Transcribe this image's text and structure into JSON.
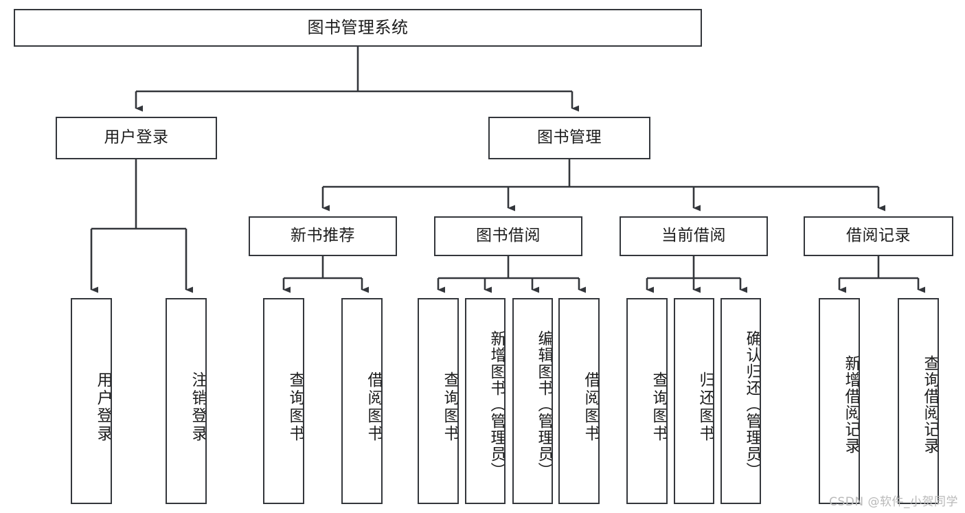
{
  "diagram": {
    "title": "图书管理系统",
    "type": "tree-structure-chart",
    "root": {
      "id": "root",
      "label": "图书管理系统"
    },
    "level2": [
      {
        "id": "user-login",
        "label": "用户登录"
      },
      {
        "id": "book-manage",
        "label": "图书管理"
      }
    ],
    "level3": [
      {
        "id": "new-book-rec",
        "label": "新书推荐",
        "parent": "book-manage"
      },
      {
        "id": "book-borrow",
        "label": "图书借阅",
        "parent": "book-manage"
      },
      {
        "id": "current-borrow",
        "label": "当前借阅",
        "parent": "book-manage"
      },
      {
        "id": "borrow-record",
        "label": "借阅记录",
        "parent": "book-manage"
      }
    ],
    "leaves": {
      "user_login": [
        {
          "id": "leaf-user-login",
          "label": "用户登录"
        },
        {
          "id": "leaf-user-logout",
          "label": "注销登录"
        }
      ],
      "new_book_rec": [
        {
          "id": "leaf-query-book-1",
          "label": "查询图书"
        },
        {
          "id": "leaf-borrow-book-1",
          "label": "借阅图书"
        }
      ],
      "book_borrow": [
        {
          "id": "leaf-query-book-2",
          "label": "查询图书"
        },
        {
          "id": "leaf-add-book",
          "label": "新增图书（管理员）"
        },
        {
          "id": "leaf-edit-book",
          "label": "编辑图书（管理员）"
        },
        {
          "id": "leaf-borrow-book-2",
          "label": "借阅图书"
        }
      ],
      "current_borrow": [
        {
          "id": "leaf-query-book-3",
          "label": "查询图书"
        },
        {
          "id": "leaf-return-book",
          "label": "归还图书"
        },
        {
          "id": "leaf-confirm-return",
          "label": "确认归还（管理员）"
        }
      ],
      "borrow_record": [
        {
          "id": "leaf-add-record",
          "label": "新增借阅记录"
        },
        {
          "id": "leaf-query-record",
          "label": "查询借阅记录"
        }
      ]
    },
    "watermark": "CSDN @软件_小贺同学",
    "colors": {
      "stroke": "#33363b",
      "text": "#1c1c1c",
      "background": "#ffffff",
      "watermark": "#b9b9b9"
    }
  }
}
